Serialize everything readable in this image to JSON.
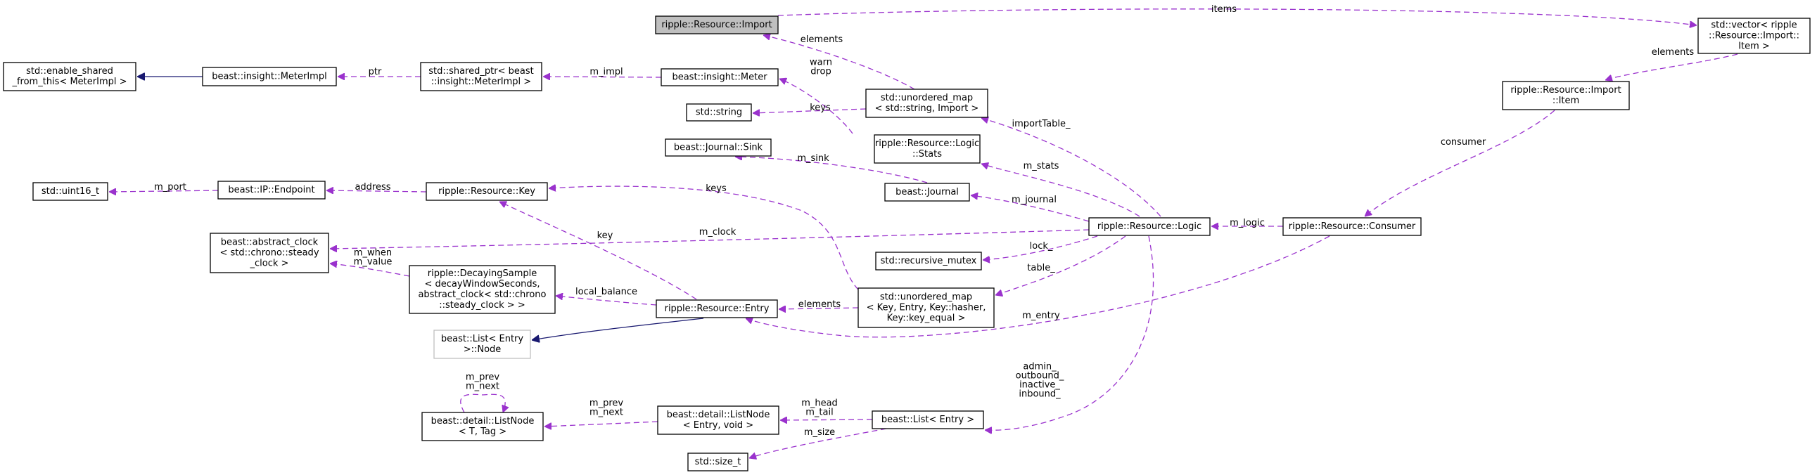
{
  "nodes": {
    "import": [
      "ripple::Resource::Import"
    ],
    "vector_item": [
      "std::vector< ripple",
      "::Resource::Import::",
      "Item >"
    ],
    "enable_shared": [
      "std::enable_shared",
      "_from_this< MeterImpl >"
    ],
    "meter_impl": [
      "beast::insight::MeterImpl"
    ],
    "shared_ptr": [
      "std::shared_ptr< beast",
      "::insight::MeterImpl >"
    ],
    "meter": [
      "beast::insight::Meter"
    ],
    "unordered_map_import": [
      "std::unordered_map",
      "< std::string, Import >"
    ],
    "import_item": [
      "ripple::Resource::Import",
      "::Item"
    ],
    "string": [
      "std::string"
    ],
    "logic_stats": [
      "ripple::Resource::Logic",
      "::Stats"
    ],
    "journal_sink": [
      "beast::Journal::Sink"
    ],
    "uint16": [
      "std::uint16_t"
    ],
    "endpoint": [
      "beast::IP::Endpoint"
    ],
    "key": [
      "ripple::Resource::Key"
    ],
    "journal": [
      "beast::Journal"
    ],
    "logic": [
      "ripple::Resource::Logic"
    ],
    "consumer": [
      "ripple::Resource::Consumer"
    ],
    "abstract_clock": [
      "beast::abstract_clock",
      "< std::chrono::steady",
      "_clock >"
    ],
    "recursive_mutex": [
      "std::recursive_mutex"
    ],
    "decaying": [
      "ripple::DecayingSample",
      "< decayWindowSeconds,",
      " abstract_clock< std::chrono",
      "::steady_clock > >"
    ],
    "entry": [
      "ripple::Resource::Entry"
    ],
    "unordered_map_key": [
      "std::unordered_map",
      "< Key, Entry, Key::hasher,",
      " Key::key_equal >"
    ],
    "list_node_entry": [
      "beast::List< Entry",
      " >::Node"
    ],
    "detail_listnode_t": [
      "beast::detail::ListNode",
      "< T, Tag >"
    ],
    "detail_listnode_entry": [
      "beast::detail::ListNode",
      "< Entry, void >"
    ],
    "list_entry": [
      "beast::List< Entry >"
    ],
    "size_t": [
      "std::size_t"
    ]
  },
  "edge_labels": {
    "items": [
      "items"
    ],
    "elements_vector": [
      "elements"
    ],
    "ptr": [
      "ptr"
    ],
    "m_impl": [
      "m_impl"
    ],
    "elements_import": [
      "elements"
    ],
    "warn_drop": [
      "warn",
      "drop"
    ],
    "keys_string": [
      "keys"
    ],
    "import_table": [
      "importTable_"
    ],
    "m_sink": [
      "m_sink"
    ],
    "m_stats": [
      "m_stats"
    ],
    "m_port": [
      "m_port"
    ],
    "address": [
      "address"
    ],
    "keys_key": [
      "keys"
    ],
    "m_journal": [
      "m_journal"
    ],
    "consumer": [
      "consumer"
    ],
    "m_logic": [
      "m_logic"
    ],
    "key": [
      "key"
    ],
    "m_clock": [
      "m_clock"
    ],
    "lock": [
      "lock_"
    ],
    "when_value": [
      "m_when",
      "m_value"
    ],
    "table": [
      "table_"
    ],
    "local_balance": [
      "local_balance"
    ],
    "elements_entry": [
      "elements"
    ],
    "m_entry": [
      "m_entry"
    ],
    "prev_next_self": [
      "m_prev",
      "m_next"
    ],
    "prev_next": [
      "m_prev",
      "m_next"
    ],
    "head_tail": [
      "m_head",
      "m_tail"
    ],
    "admin": [
      "admin_",
      "outbound_",
      "inactive_",
      "inbound_"
    ],
    "m_size": [
      "m_size"
    ]
  },
  "colors": {
    "usage_edge": "#9a32cd",
    "inheritance_edge": "#191970",
    "highlight_fill": "#bfbfbf",
    "undocumented_border": "#bfbfbf"
  }
}
